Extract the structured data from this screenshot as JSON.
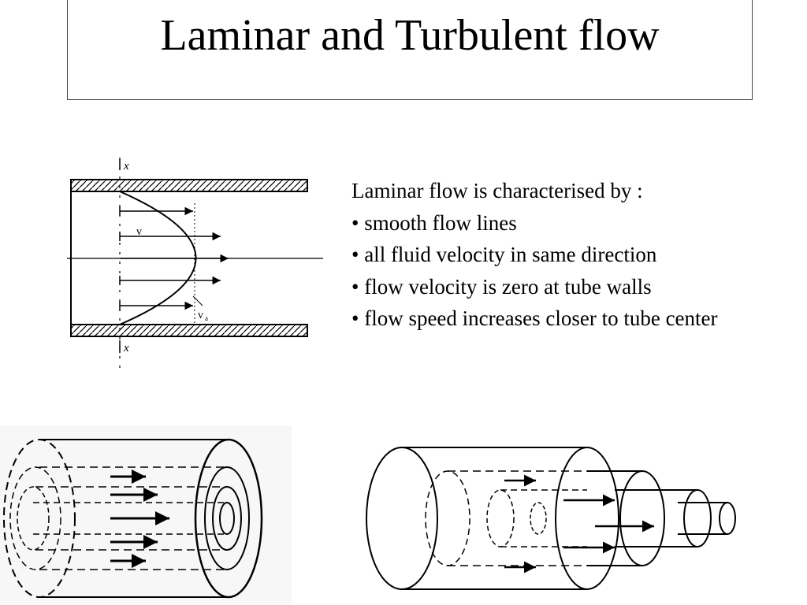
{
  "slide": {
    "title": "Laminar and Turbulent flow"
  },
  "description": {
    "intro": "Laminar flow is characterised by :",
    "bullets": [
      "• smooth flow lines",
      "• all fluid velocity in same direction",
      "• flow velocity is zero at tube walls",
      "• flow speed increases closer to tube center"
    ]
  },
  "profile_diagram": {
    "label_x_top": "x",
    "label_x_bottom": "x",
    "label_v": "v",
    "label_va": "v",
    "label_va_sub": "a"
  }
}
